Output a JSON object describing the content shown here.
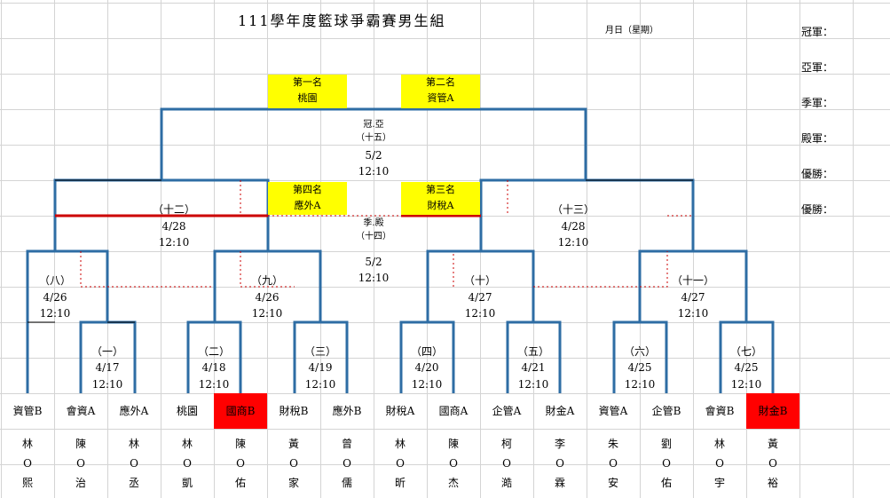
{
  "title": "111學年度籃球爭霸賽男生組",
  "date_label": "月日（星期）",
  "colors": {
    "yellow": "#ffff00",
    "red": "#ff0000",
    "blue": "#2e6da4",
    "line_red": "#cc0000"
  },
  "awards_side": [
    "冠軍：",
    "亞軍：",
    "季軍：",
    "殿軍：",
    "優勝：",
    "優勝："
  ],
  "awards": [
    {
      "label": "第一名",
      "team": "桃園"
    },
    {
      "label": "第二名",
      "team": "資管A"
    },
    {
      "label": "第四名",
      "team": "應外A"
    },
    {
      "label": "第三名",
      "team": "財稅A"
    }
  ],
  "final": {
    "title": "冠.亞",
    "no": "（十五）",
    "date": "5/2",
    "time": "12:10"
  },
  "third": {
    "title": "季.殿",
    "no": "（十四）",
    "date": "5/2",
    "time": "12:10"
  },
  "matches": [
    {
      "no": "（十二）",
      "date": "4/28",
      "time": "12:10"
    },
    {
      "no": "（十三）",
      "date": "4/28",
      "time": "12:10"
    },
    {
      "no": "（八）",
      "date": "4/26",
      "time": "12:10"
    },
    {
      "no": "（九）",
      "date": "4/26",
      "time": "12:10"
    },
    {
      "no": "（十）",
      "date": "4/27",
      "time": "12:10"
    },
    {
      "no": "（十一）",
      "date": "4/27",
      "time": "12:10"
    },
    {
      "no": "（一）",
      "date": "4/17",
      "time": "12:10"
    },
    {
      "no": "（二）",
      "date": "4/18",
      "time": "12:10"
    },
    {
      "no": "（三）",
      "date": "4/19",
      "time": "12:10"
    },
    {
      "no": "（四）",
      "date": "4/20",
      "time": "12:10"
    },
    {
      "no": "（五）",
      "date": "4/21",
      "time": "12:10"
    },
    {
      "no": "（六）",
      "date": "4/25",
      "time": "12:10"
    },
    {
      "no": "（七）",
      "date": "4/25",
      "time": "12:10"
    }
  ],
  "teams": [
    "資管B",
    "會資A",
    "應外A",
    "桃園",
    "國商B",
    "財稅B",
    "應外B",
    "財稅A",
    "國商A",
    "企管A",
    "財金A",
    "資管A",
    "企管B",
    "會資B",
    "財金B"
  ],
  "players": [
    [
      "林",
      "O",
      "熙"
    ],
    [
      "陳",
      "O",
      "治"
    ],
    [
      "林",
      "O",
      "丞"
    ],
    [
      "林",
      "O",
      "凱"
    ],
    [
      "陳",
      "O",
      "佑"
    ],
    [
      "黃",
      "O",
      "家"
    ],
    [
      "曾",
      "O",
      "儒"
    ],
    [
      "林",
      "O",
      "昕"
    ],
    [
      "陳",
      "O",
      "杰"
    ],
    [
      "柯",
      "O",
      "澔"
    ],
    [
      "李",
      "O",
      "霖"
    ],
    [
      "朱",
      "O",
      "安"
    ],
    [
      "劉",
      "O",
      "佑"
    ],
    [
      "林",
      "O",
      "宇"
    ],
    [
      "黃",
      "O",
      "裕"
    ]
  ]
}
